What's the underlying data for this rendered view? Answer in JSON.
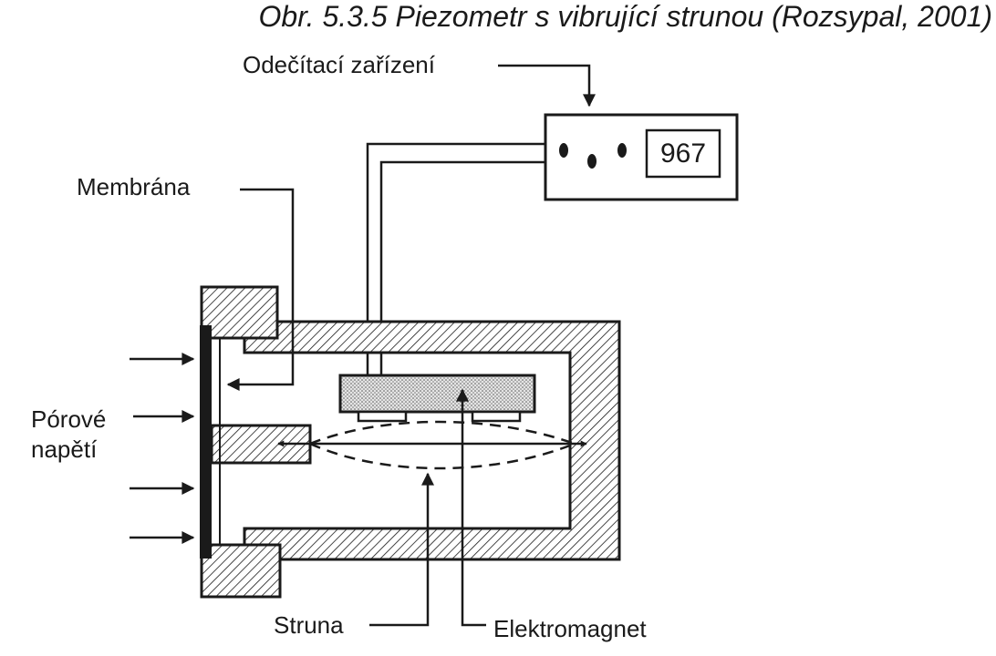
{
  "title": "Obr. 5.3.5  Piezometr s vibrující strunou (Rozsypal, 2001)",
  "labels": {
    "readout_device": "Odečítací zařízení",
    "membrane": "Membrána",
    "pore_pressure_line1": "Pórové",
    "pore_pressure_line2": "napětí",
    "wire": "Struna",
    "electromagnet": "Elektromagnet"
  },
  "display": {
    "value": "967"
  }
}
